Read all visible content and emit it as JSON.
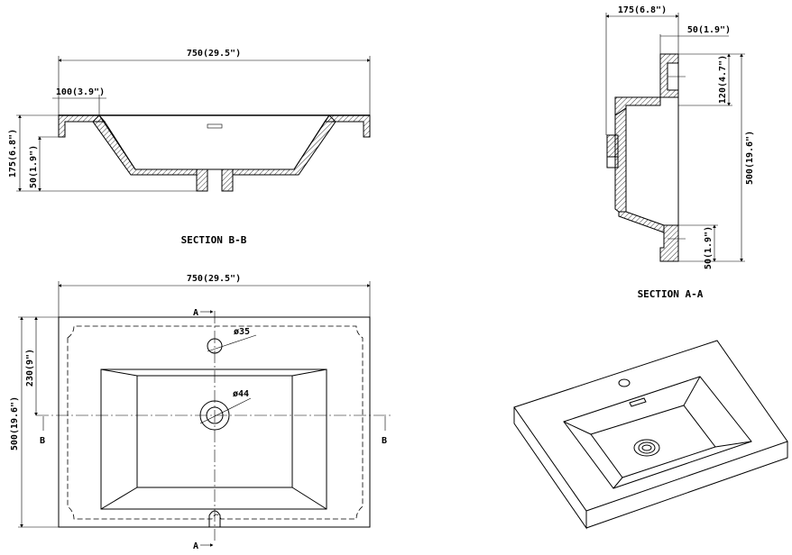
{
  "section_bb": {
    "title": "SECTION B-B",
    "width_dim": "750(29.5\")",
    "rim_dim": "100(3.9\")",
    "height_dim": "175(6.8\")",
    "drain_dim": "50(1.9\")"
  },
  "section_aa": {
    "title": "SECTION A-A",
    "height_dim": "175(6.8\")",
    "top_dim": "50(1.9\")",
    "upper_dim": "120(4.7\")",
    "depth_dim": "500(19.6\")",
    "lower_dim": "50(1.9\")"
  },
  "plan_view": {
    "width_dim": "750(29.5\")",
    "depth_dim": "500(19.6\")",
    "offset_dim": "230(9\")",
    "tap_hole": "ø35",
    "drain_hole": "ø44",
    "cut_a_label": "A",
    "cut_b_label": "B"
  }
}
